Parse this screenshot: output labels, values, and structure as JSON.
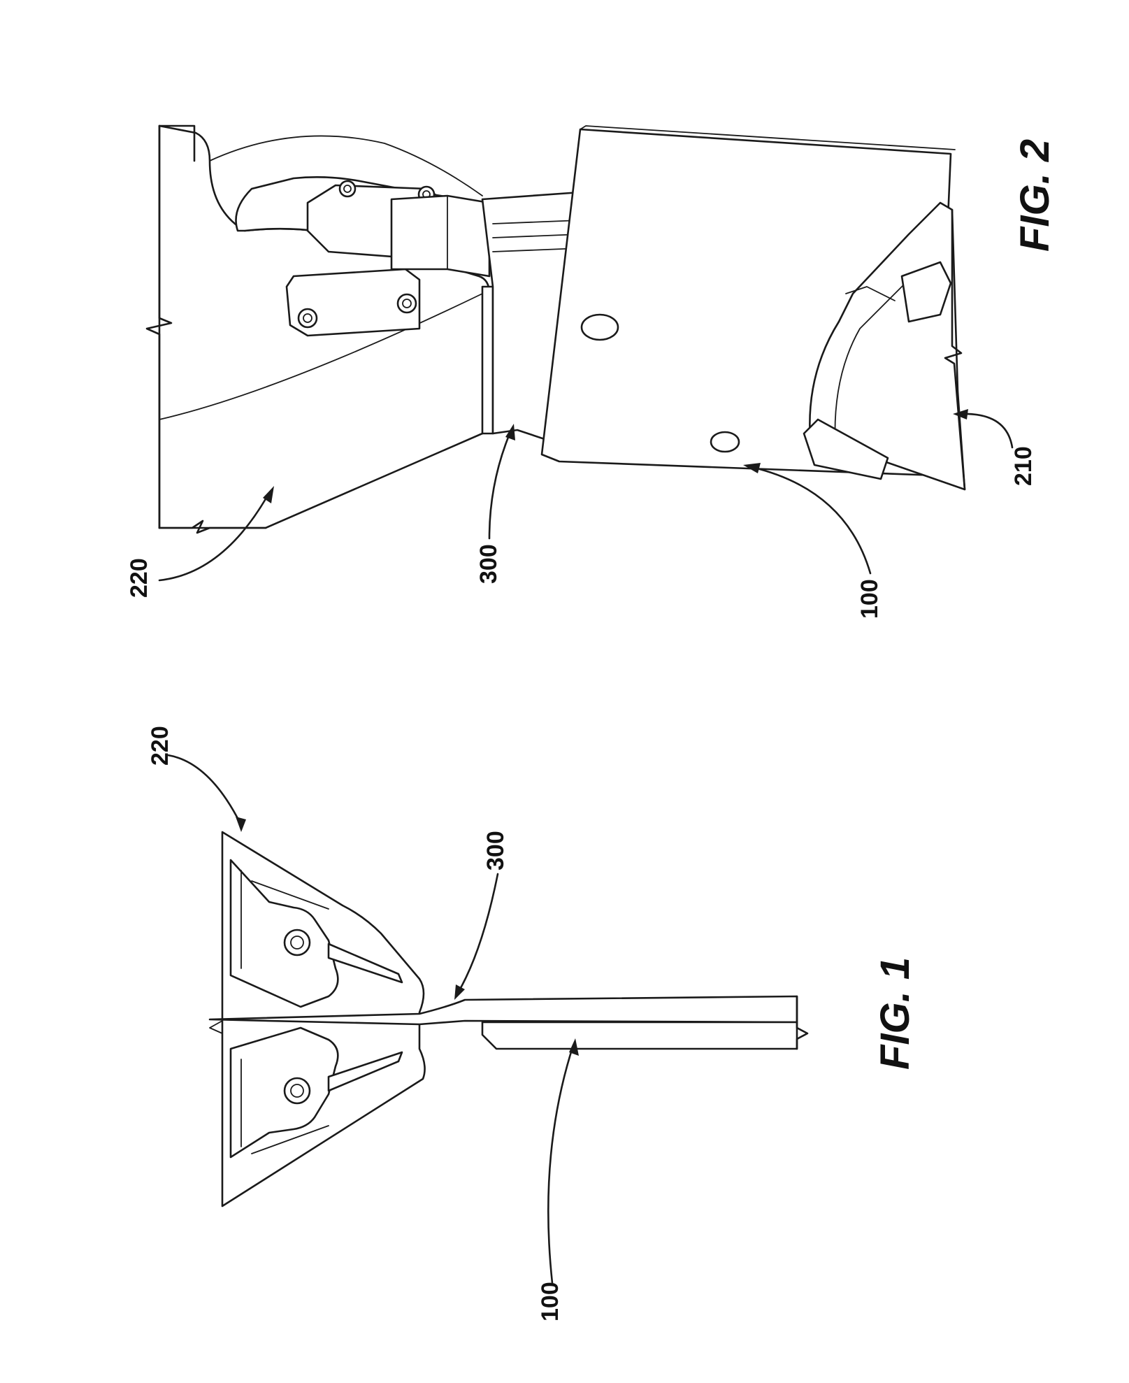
{
  "figures": [
    {
      "title": "FIG. 1",
      "reference_labels": [
        "220",
        "300",
        "100"
      ]
    },
    {
      "title": "FIG. 2",
      "reference_labels": [
        "220",
        "300",
        "100",
        "210"
      ]
    }
  ],
  "colors": {
    "ink": "#1a1a1a",
    "paper": "#ffffff"
  }
}
